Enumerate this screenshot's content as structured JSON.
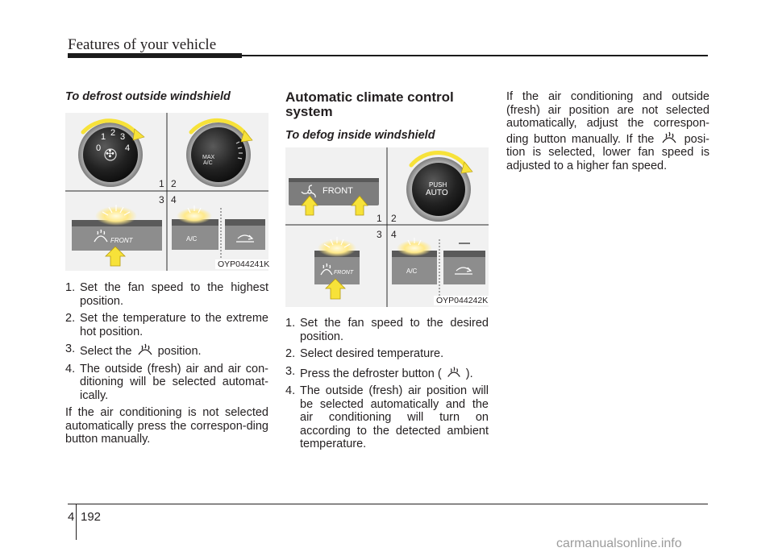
{
  "header": {
    "title": "Features of your vehicle"
  },
  "col1": {
    "subheading": "To defrost outside windshield",
    "figure_code": "OYP044241K",
    "fig_labels": [
      "1",
      "2",
      "3",
      "4"
    ],
    "fig_texts": {
      "max": "MAX",
      "ac_top": "A/C",
      "front": "FRONT",
      "ac": "A/C"
    },
    "dial_digits": [
      "0",
      "1",
      "2",
      "3",
      "4"
    ],
    "steps": [
      {
        "num": "1.",
        "text": "Set the fan speed to the highest position."
      },
      {
        "num": "2.",
        "text": "Set the temperature to the extreme hot position."
      },
      {
        "num": "3.",
        "pre": "Select the",
        "post": "position."
      },
      {
        "num": "4.",
        "text": "The outside (fresh) air and air con-ditioning will be selected automat-ically."
      }
    ],
    "note": "If the air conditioning is not selected automatically press the correspon-ding button manually."
  },
  "col2": {
    "heading": "Automatic climate control system",
    "subheading": "To defog inside windshield",
    "figure_code": "OYP044242K",
    "fig_labels": [
      "1",
      "2",
      "3",
      "4"
    ],
    "fig_texts": {
      "front": "FRONT",
      "push": "PUSH",
      "auto": "AUTO",
      "front_small": "FRONT",
      "ac": "A/C"
    },
    "steps": [
      {
        "num": "1.",
        "text": "Set the fan speed to the desired position."
      },
      {
        "num": "2.",
        "text": "Select desired temperature."
      },
      {
        "num": "3.",
        "pre": "Press the defroster button (",
        "post": ")."
      },
      {
        "num": "4.",
        "text": "The outside (fresh) air position will be selected automatically and the air conditioning will turn on according to the detected ambient temperature."
      }
    ]
  },
  "col3": {
    "para_pre": "If the air conditioning and outside (fresh) air position are not selected automatically, adjust the correspon-ding button manually. If the",
    "para_post": "posi-tion is selected, lower fan speed is adjusted to a higher fan speed."
  },
  "footer": {
    "chapter": "4",
    "page": "192"
  },
  "watermark": "carmanualsonline.info",
  "colors": {
    "arrow": "#f7e239",
    "arrow_stroke": "#b59a10",
    "glow": "#ffe98a",
    "button_dark": "#6f6f6f",
    "button_mid": "#9a9a9a"
  },
  "icons": [
    "defroster-icon",
    "fan-icon",
    "arrow-up-icon",
    "recirculation-icon"
  ]
}
